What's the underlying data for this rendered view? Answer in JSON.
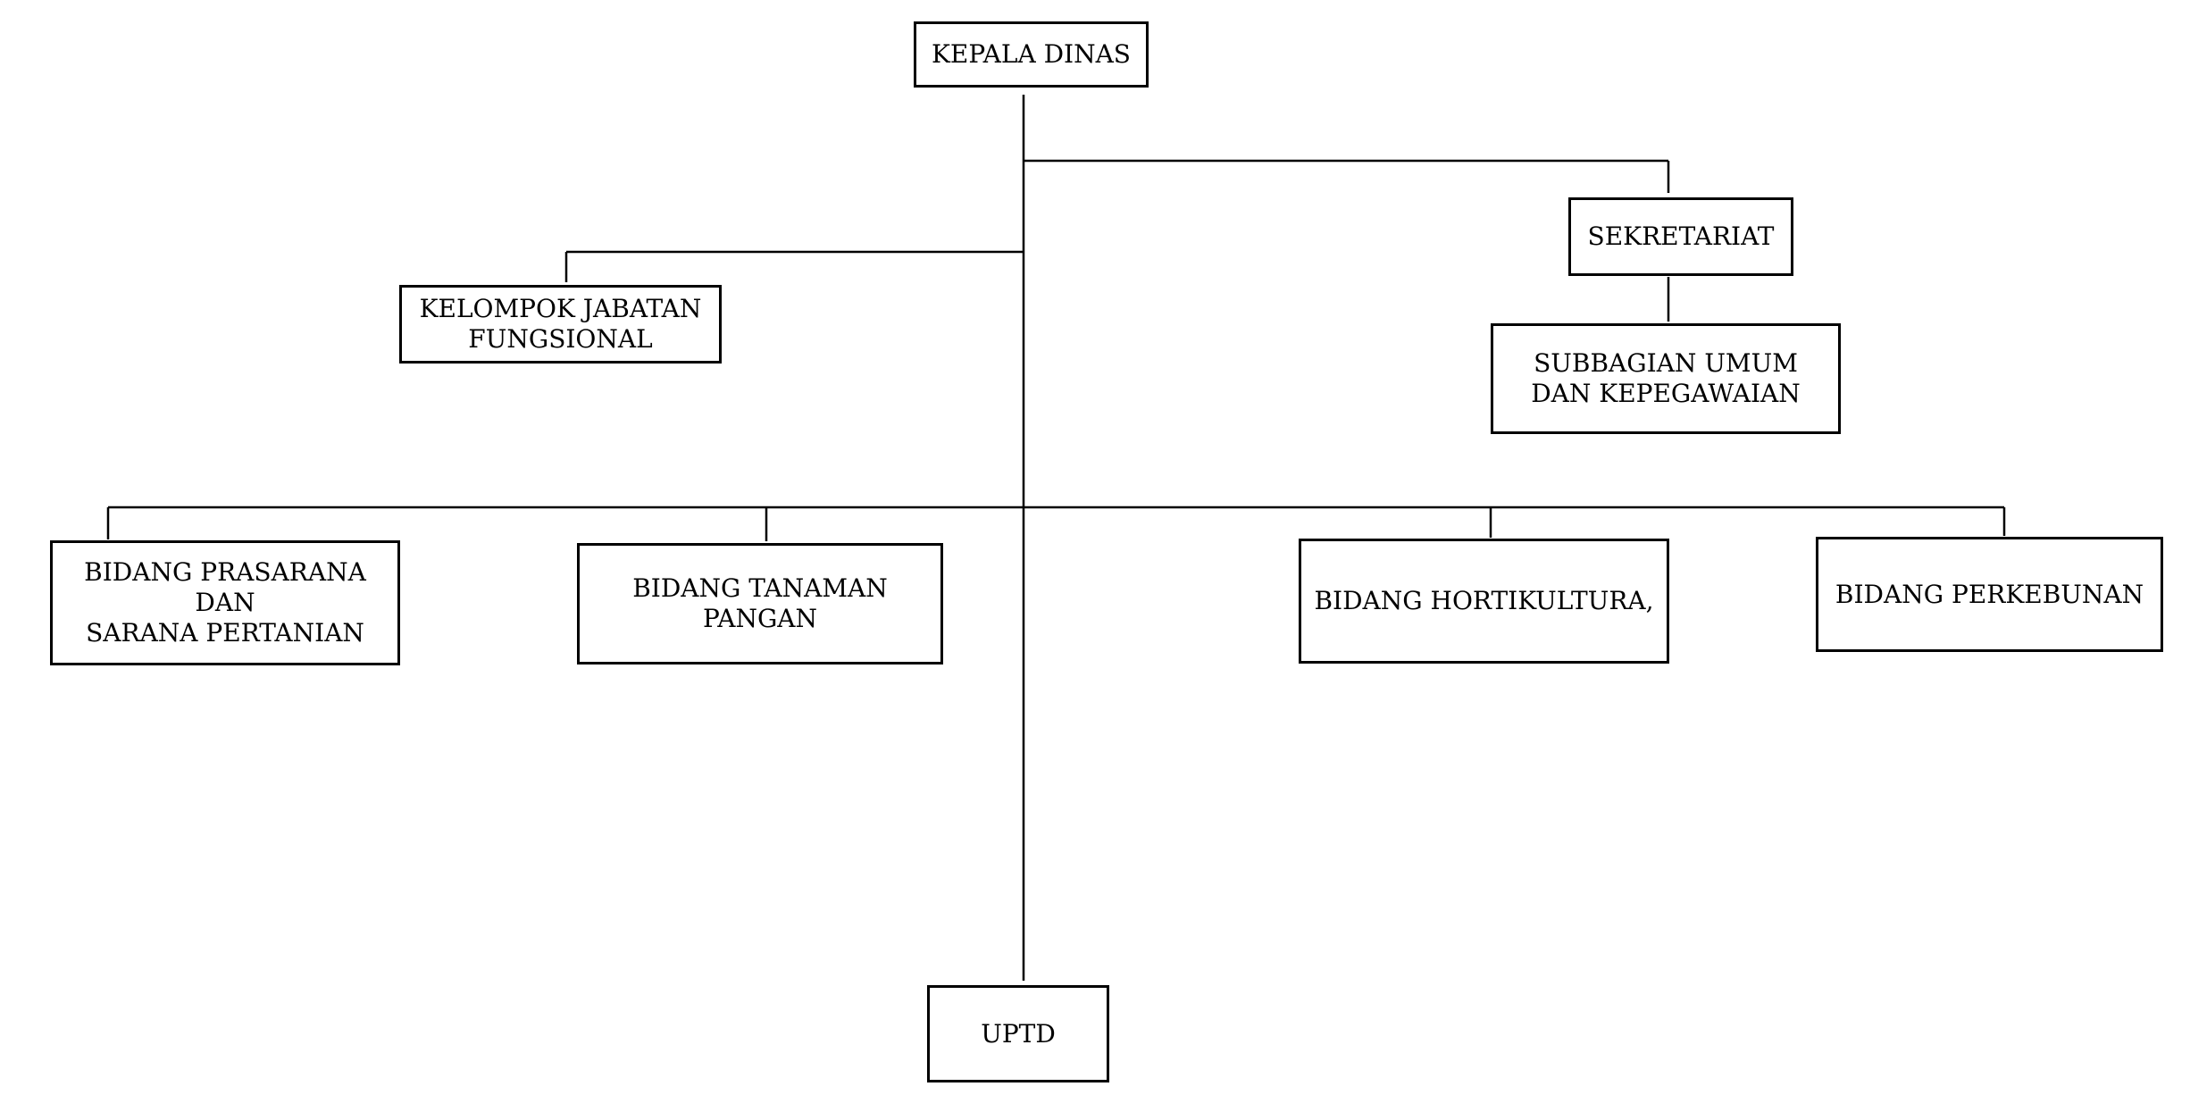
{
  "org_chart": {
    "head": {
      "lines": [
        "KEPALA DINAS"
      ]
    },
    "functional_group": {
      "lines": [
        "KELOMPOK JABATAN",
        "FUNGSIONAL"
      ]
    },
    "secretariat": {
      "lines": [
        "SEKRETARIAT"
      ]
    },
    "subsection_general": {
      "lines": [
        "SUBBAGIAN UMUM",
        "DAN KEPEGAWAIAN"
      ]
    },
    "field_infrastructure": {
      "lines": [
        "BIDANG PRASARANA",
        "DAN",
        "SARANA PERTANIAN"
      ]
    },
    "field_food_crops": {
      "lines": [
        "BIDANG TANAMAN",
        "PANGAN"
      ]
    },
    "field_horticulture": {
      "lines": [
        "BIDANG HORTIKULTURA,"
      ]
    },
    "field_plantation": {
      "lines": [
        "BIDANG  PERKEBUNAN"
      ]
    },
    "uptd": {
      "lines": [
        "UPTD"
      ]
    }
  }
}
